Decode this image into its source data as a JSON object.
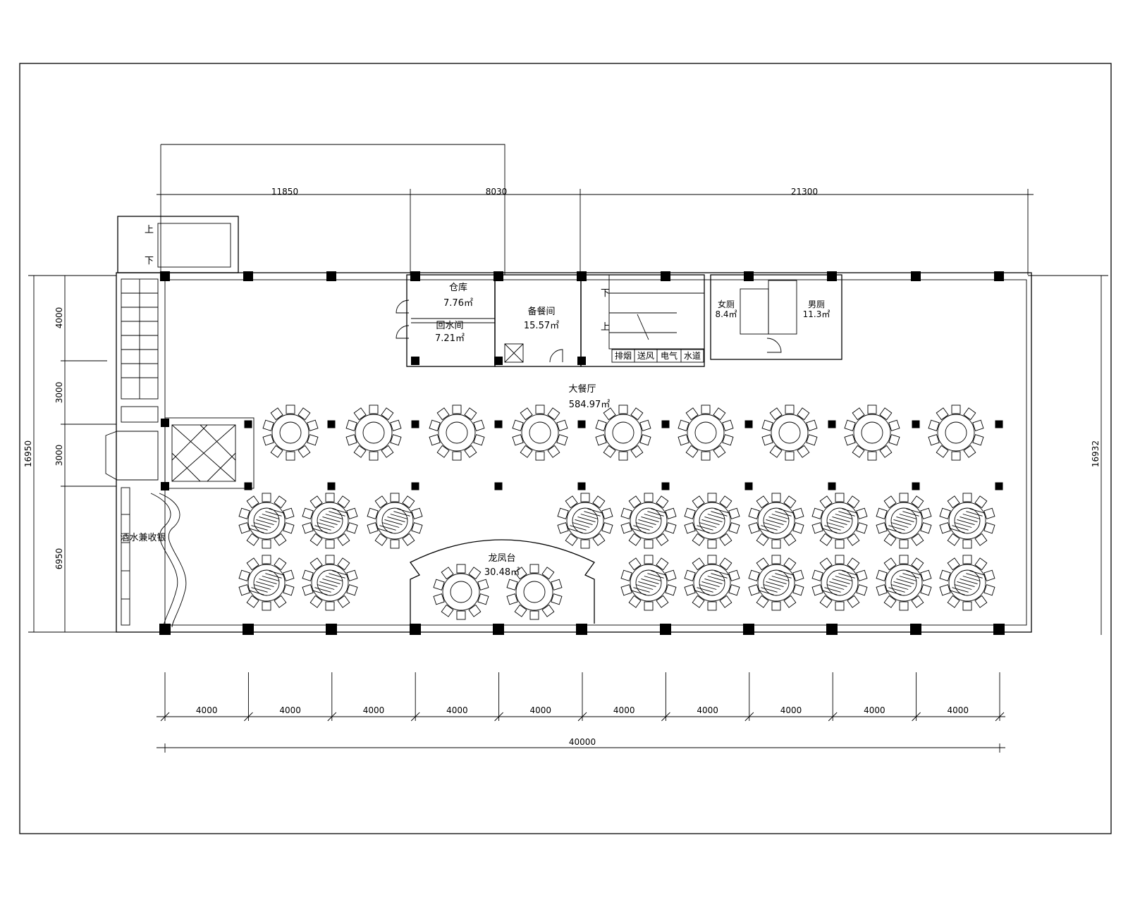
{
  "dimensions": {
    "top": [
      "11850",
      "8030",
      "21300"
    ],
    "bottom_bays": [
      "4000",
      "4000",
      "4000",
      "4000",
      "4000",
      "4000",
      "4000",
      "4000",
      "4000",
      "4000"
    ],
    "bottom_total": "40000",
    "left_total": "16950",
    "left_parts": [
      "4000",
      "3000",
      "3000",
      "6950"
    ],
    "right_total": "16932"
  },
  "rooms": {
    "warehouse": {
      "name": "仓库",
      "area": "7.76㎡"
    },
    "water_room": {
      "name": "回水间",
      "area": "7.21㎡"
    },
    "pantry": {
      "name": "备餐间",
      "area": "15.57㎡"
    },
    "womens_toilet": {
      "name": "女厕",
      "area": "8.4㎡"
    },
    "mens_toilet": {
      "name": "男厕",
      "area": "11.3㎡"
    },
    "main_hall": {
      "name": "大餐厅",
      "area": "584.97㎡"
    },
    "stage": {
      "name": "龙凤台",
      "area": "30.48㎡"
    },
    "bar": {
      "name": "酒水兼收银"
    }
  },
  "shafts": [
    "排烟",
    "送风",
    "电气",
    "水道"
  ],
  "stairs": {
    "up": "上",
    "down": "下"
  }
}
